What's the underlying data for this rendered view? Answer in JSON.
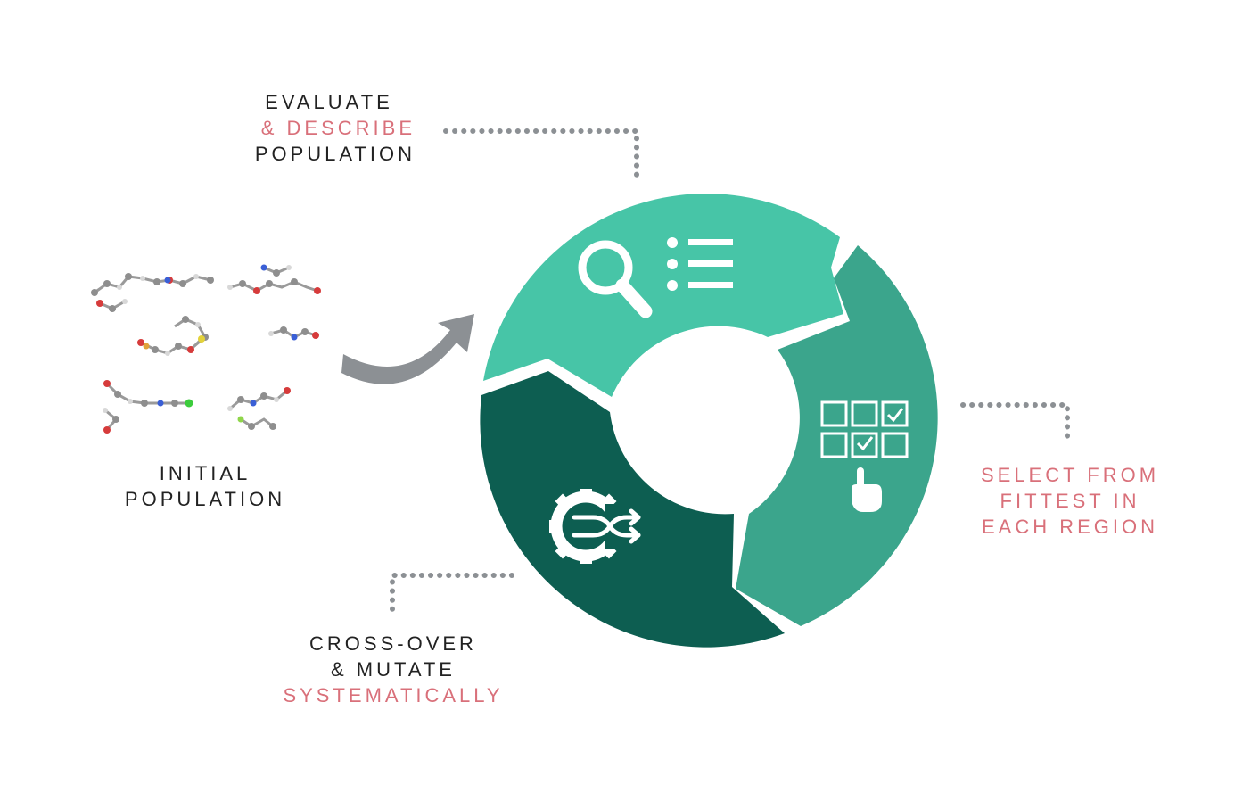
{
  "colors": {
    "segment_evaluate": "#47c5a7",
    "segment_select": "#3ba58c",
    "segment_crossover": "#0d5e51",
    "arrow": "#8c9094",
    "dots": "#8c9094",
    "accent_text": "#d9707a",
    "dark_text": "#222222"
  },
  "labels": {
    "evaluate": {
      "line1": "EVALUATE",
      "line2": "& DESCRIBE",
      "line3": "POPULATION"
    },
    "initial": {
      "line1": "INITIAL",
      "line2": "POPULATION"
    },
    "select": {
      "line1": "SELECT FROM",
      "line2": "FITTEST IN",
      "line3": "EACH REGION"
    },
    "crossover": {
      "line1": "CROSS-OVER",
      "line2": "& MUTATE",
      "line3": "SYSTEMATICALLY"
    }
  },
  "icons": {
    "evaluate": [
      "magnifier-icon",
      "list-icon"
    ],
    "select": [
      "checkbox-grid-icon",
      "pointing-hand-icon"
    ],
    "crossover": [
      "gear-shuffle-icon"
    ],
    "transition": "curved-arrow-icon",
    "population": "molecules-icon"
  }
}
